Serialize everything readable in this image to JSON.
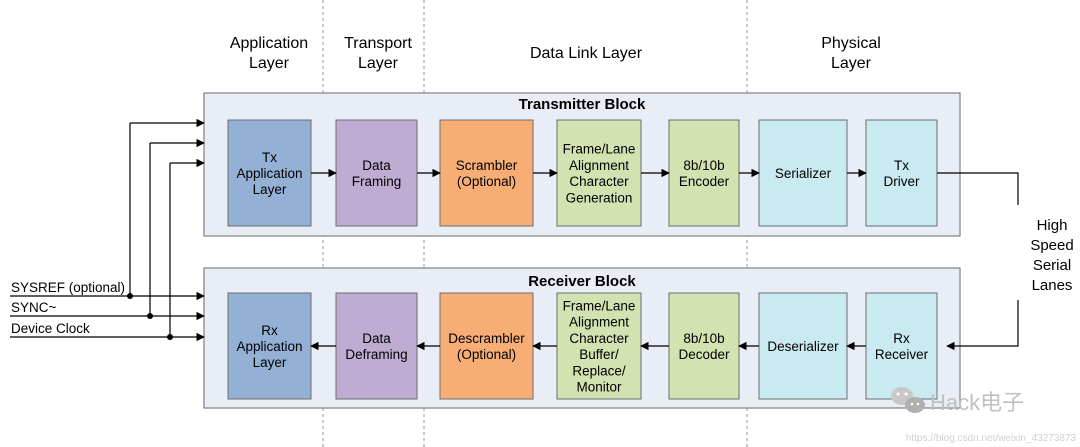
{
  "layers": [
    {
      "id": "application",
      "lines": [
        "Application",
        "Layer"
      ]
    },
    {
      "id": "transport",
      "lines": [
        "Transport",
        "Layer"
      ]
    },
    {
      "id": "data-link",
      "lines": [
        "Data Link Layer"
      ]
    },
    {
      "id": "physical",
      "lines": [
        "Physical",
        "Layer"
      ]
    }
  ],
  "transmitter": {
    "title": "Transmitter Block",
    "blocks": [
      {
        "id": "tx-app",
        "lines": [
          "Tx",
          "Application",
          "Layer"
        ],
        "color": "#94b0d4"
      },
      {
        "id": "tx-framing",
        "lines": [
          "Data",
          "Framing"
        ],
        "color": "#bfacd3"
      },
      {
        "id": "scrambler",
        "lines": [
          "Scrambler",
          "(Optional)"
        ],
        "color": "#f7ad74"
      },
      {
        "id": "tx-align",
        "lines": [
          "Frame/Lane",
          "Alignment",
          "Character",
          "Generation"
        ],
        "color": "#d2e2b1"
      },
      {
        "id": "encoder",
        "lines": [
          "8b/10b",
          "Encoder"
        ],
        "color": "#d2e2b1"
      },
      {
        "id": "serializer",
        "lines": [
          "Serializer"
        ],
        "color": "#c9eaf0"
      },
      {
        "id": "tx-driver",
        "lines": [
          "Tx",
          "Driver"
        ],
        "color": "#c9eaf0"
      }
    ]
  },
  "receiver": {
    "title": "Receiver Block",
    "blocks": [
      {
        "id": "rx-app",
        "lines": [
          "Rx",
          "Application",
          "Layer"
        ],
        "color": "#94b0d4"
      },
      {
        "id": "rx-deframing",
        "lines": [
          "Data",
          "Deframing"
        ],
        "color": "#bfacd3"
      },
      {
        "id": "descrambler",
        "lines": [
          "Descrambler",
          "(Optional)"
        ],
        "color": "#f7ad74"
      },
      {
        "id": "rx-align",
        "lines": [
          "Frame/Lane",
          "Alignment",
          "Character",
          "Buffer/",
          "Replace/",
          "Monitor"
        ],
        "color": "#d2e2b1"
      },
      {
        "id": "decoder",
        "lines": [
          "8b/10b",
          "Decoder"
        ],
        "color": "#d2e2b1"
      },
      {
        "id": "deserializer",
        "lines": [
          "Deserializer"
        ],
        "color": "#c9eaf0"
      },
      {
        "id": "rx-receiver",
        "lines": [
          "Rx",
          "Receiver"
        ],
        "color": "#c9eaf0"
      }
    ]
  },
  "signals": [
    {
      "id": "sysref",
      "label": "SYSREF (optional)"
    },
    {
      "id": "sync",
      "label": "SYNC~"
    },
    {
      "id": "device-clock",
      "label": "Device Clock"
    }
  ],
  "lanes_label": [
    "High",
    "Speed",
    "Serial",
    "Lanes"
  ],
  "watermark": "Hack电子",
  "watermark_url": "https://blog.csdn.net/weixin_43273873",
  "colors": {
    "panel_fill": "#e8edf6",
    "panel_stroke": "#808080",
    "line": "#000000",
    "divider": "#9a9a9a"
  }
}
